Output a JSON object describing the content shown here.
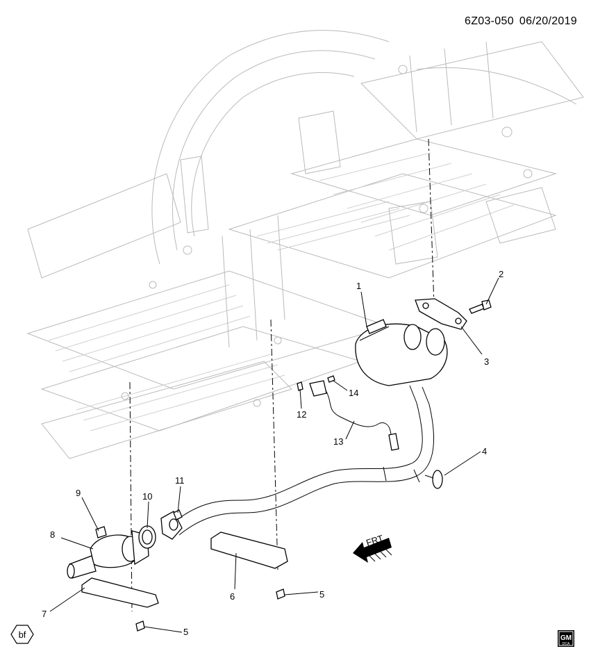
{
  "header": {
    "diagram_code": "6Z03-050",
    "date": "06/20/2019"
  },
  "callouts": [
    {
      "id": "c1",
      "num": "1"
    },
    {
      "id": "c2",
      "num": "2"
    },
    {
      "id": "c3",
      "num": "3"
    },
    {
      "id": "c4",
      "num": "4"
    },
    {
      "id": "c5a",
      "num": "5"
    },
    {
      "id": "c5b",
      "num": "5"
    },
    {
      "id": "c6",
      "num": "6"
    },
    {
      "id": "c7",
      "num": "7"
    },
    {
      "id": "c8",
      "num": "8"
    },
    {
      "id": "c9",
      "num": "9"
    },
    {
      "id": "c10",
      "num": "10"
    },
    {
      "id": "c11",
      "num": "11"
    },
    {
      "id": "c12",
      "num": "12"
    },
    {
      "id": "c13",
      "num": "13"
    },
    {
      "id": "c14",
      "num": "14"
    }
  ],
  "front_arrow_label": "FRT",
  "badge": "bf",
  "logo": {
    "text": "GM",
    "subtext": "DCA"
  }
}
